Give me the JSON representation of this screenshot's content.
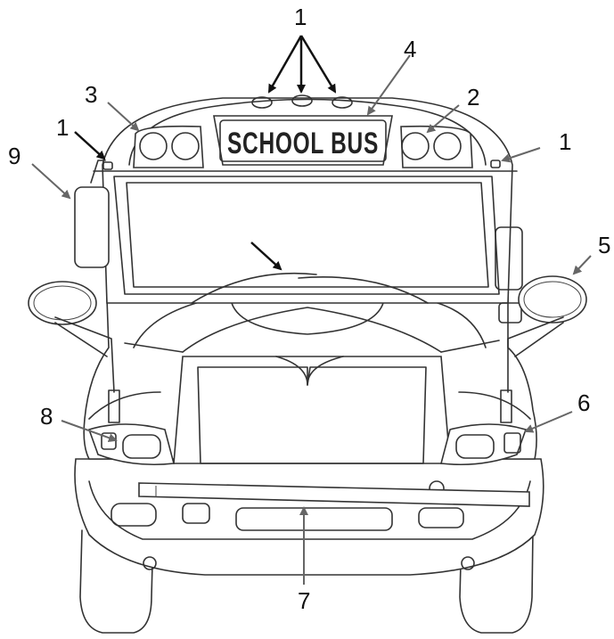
{
  "sign_text": "SCHOOL BUS",
  "callouts": {
    "roof_lights": "1",
    "left_marker": "1",
    "right_marker": "1",
    "right_warning_lights": "2",
    "left_warning_lights": "3",
    "sign": "4",
    "right_mirror": "5",
    "right_turn_signal": "6",
    "crossing_arm": "7",
    "left_turn_signal": "8",
    "left_mirror": "9"
  },
  "colors": {
    "line": "#333333",
    "arrow_dark": "#111111",
    "arrow_gray": "#666666",
    "background": "#ffffff"
  }
}
